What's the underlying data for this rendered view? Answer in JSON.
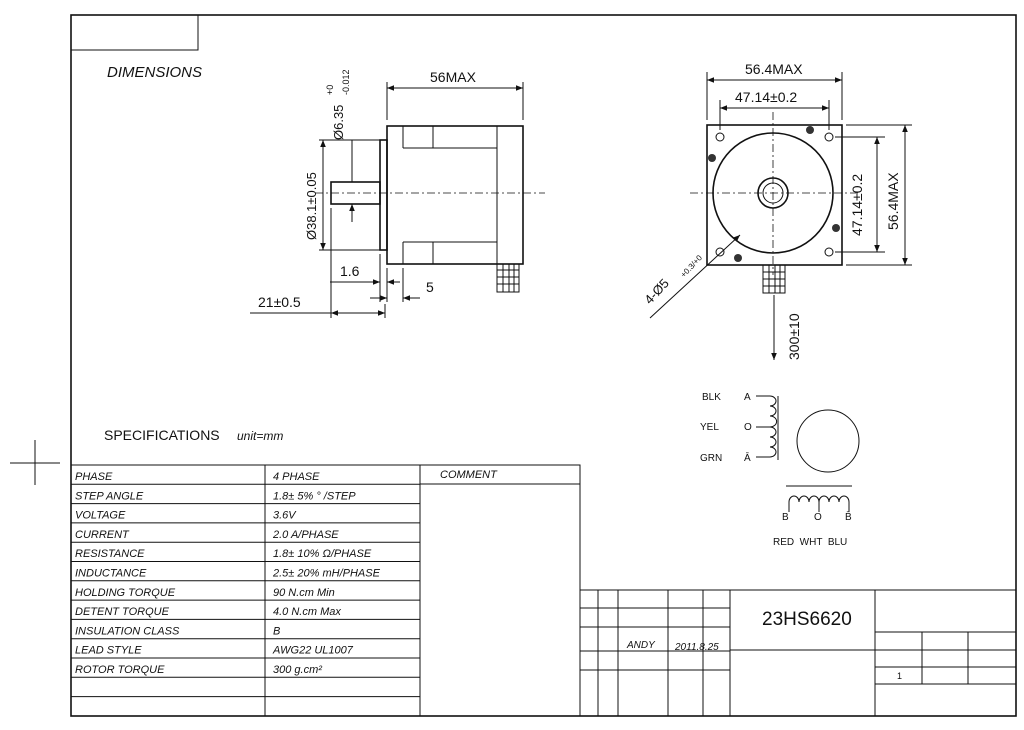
{
  "sheet": {
    "heading_dimensions": "DIMENSIONS",
    "heading_specifications": "SPECIFICATIONS",
    "unit_label": "unit=mm"
  },
  "dimensions": {
    "side_length": "56MAX",
    "shaft_dia": "Ø6.35",
    "shaft_tol_upper": "+0",
    "shaft_tol_lower": "-0.012",
    "boss_dia": "Ø38.1±0.05",
    "boss_height": "1.6",
    "flange_thk": "5",
    "shaft_length": "21±0.5",
    "front_width": "56.4MAX",
    "hole_spacing_h": "47.14±0.2",
    "hole_spacing_v": "47.14±0.2",
    "front_height": "56.4MAX",
    "holes": "4-Ø5",
    "holes_tol": "+0.3/+0",
    "lead_length": "300±10"
  },
  "wiring": {
    "left_labels": [
      "BLK",
      "YEL",
      "GRN"
    ],
    "left_pins": [
      "A",
      "O",
      "Ā"
    ],
    "bottom_pins": [
      "B",
      "O",
      "B̄"
    ],
    "bottom_colors": "RED  WHT  BLU"
  },
  "spec_table": {
    "comment_header": "COMMENT",
    "rows": [
      {
        "param": "PHASE",
        "value": "4  PHASE"
      },
      {
        "param": "STEP ANGLE",
        "value": "1.8± 5% ° /STEP"
      },
      {
        "param": "VOLTAGE",
        "value": "3.6V"
      },
      {
        "param": "CURRENT",
        "value": "2.0 A/PHASE"
      },
      {
        "param": "RESISTANCE",
        "value": "1.8± 10%  Ω/PHASE"
      },
      {
        "param": "INDUCTANCE",
        "value": "2.5± 20% mH/PHASE"
      },
      {
        "param": "HOLDING TORQUE",
        "value": "90  N.cm Min"
      },
      {
        "param": "DETENT TORQUE",
        "value": "4.0 N.cm Max"
      },
      {
        "param": "INSULATION CLASS",
        "value": "B"
      },
      {
        "param": "LEAD STYLE",
        "value": "AWG22 UL1007"
      },
      {
        "param": "ROTOR TORQUE",
        "value": "300 g.cm²"
      }
    ]
  },
  "title_block": {
    "part_number": "23HS6620",
    "drawn_by": "ANDY",
    "date": "2011.8.25",
    "sheet_no": "1"
  }
}
